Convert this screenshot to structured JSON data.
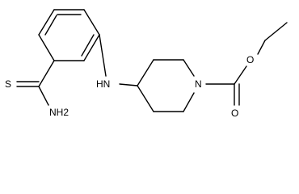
{
  "molecule": {
    "atoms": {
      "thioamide_sulfur": "S",
      "thioamide_nitrogen": "NH2",
      "amine_nitrogen": "HN",
      "piperidine_nitrogen": "N",
      "ester_oxygen": "O",
      "carbonyl_oxygen": "O"
    }
  },
  "colors": {
    "bond": "#000000",
    "label": "#000000",
    "background": "#ffffff"
  }
}
